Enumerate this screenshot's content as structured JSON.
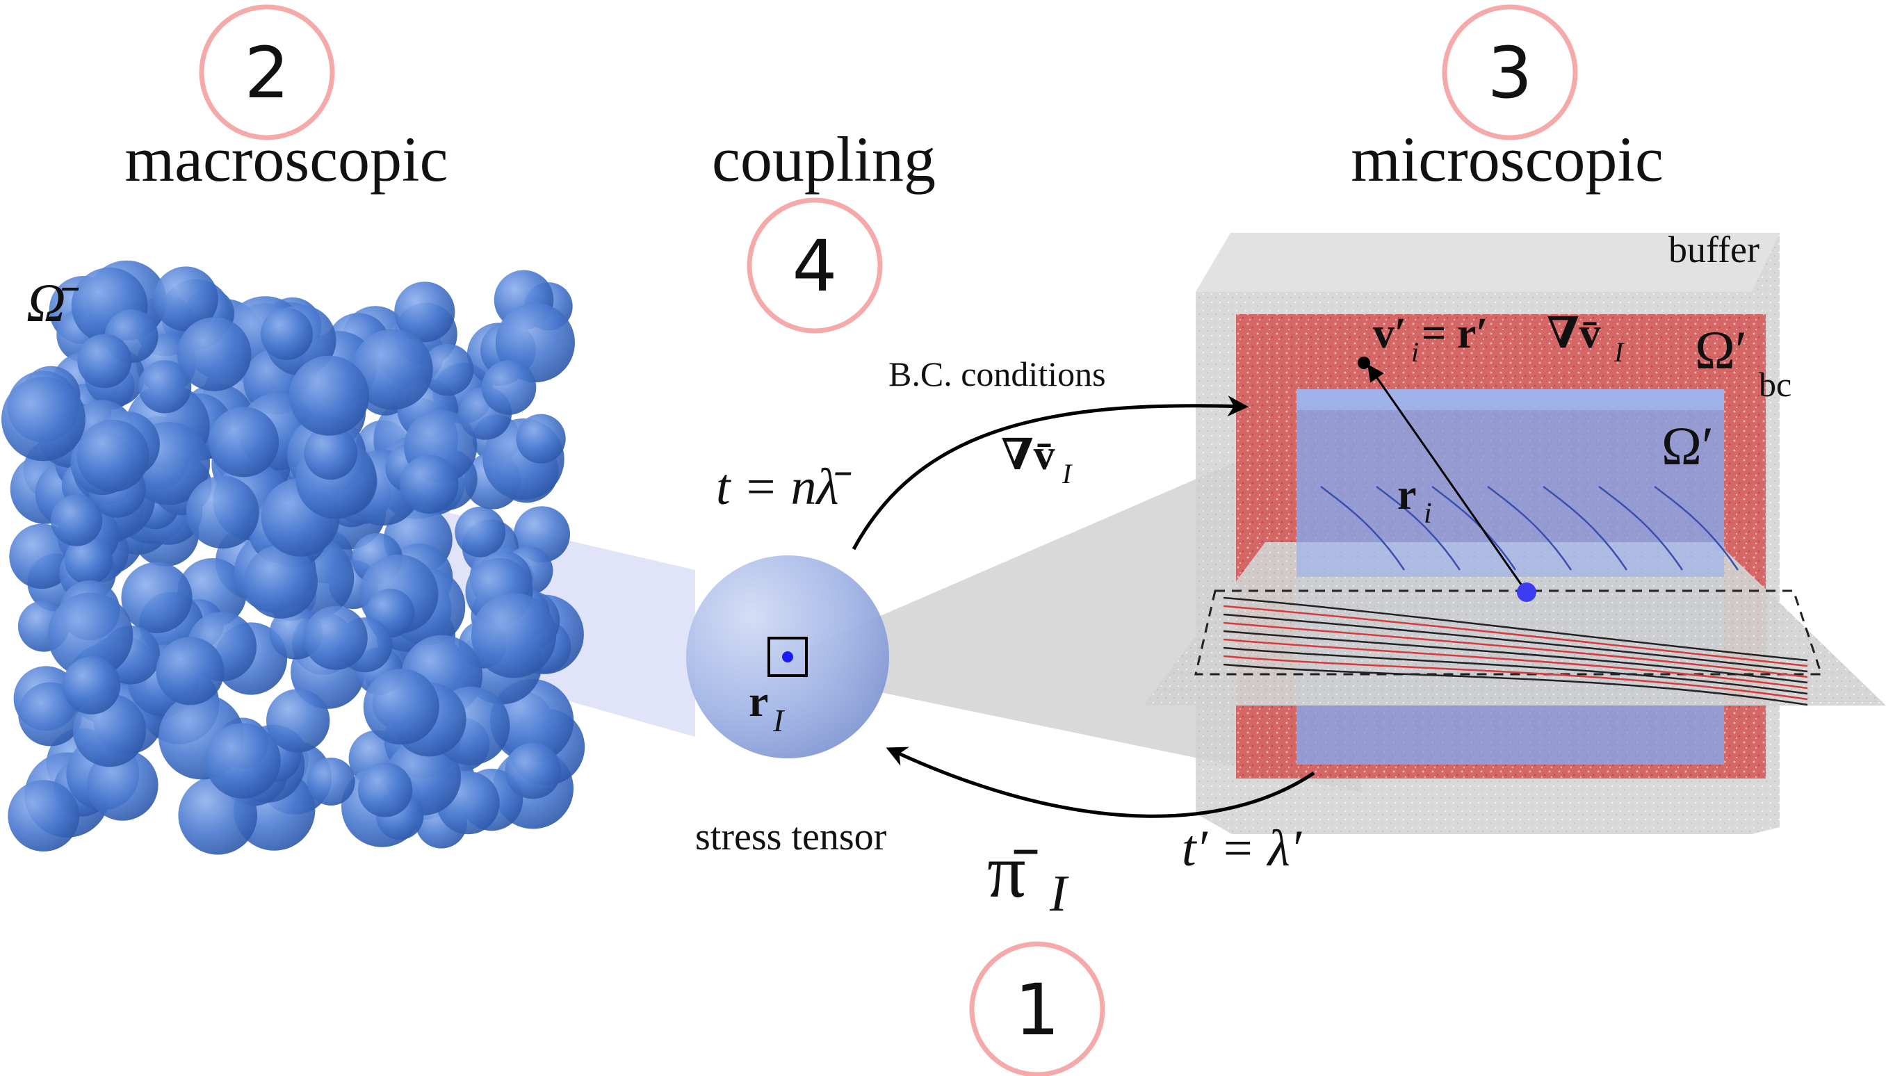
{
  "headers": {
    "macro": "macroscopic",
    "coupling": "coupling",
    "micro": "microscopic"
  },
  "steps": {
    "macro": "2",
    "coupling": "4",
    "micro": "3",
    "bottom": "1"
  },
  "macro_domain": {
    "label": "Ω̄"
  },
  "sphere": {
    "position_label_base": "r",
    "position_label_sub": "I"
  },
  "coupling_labels": {
    "bc_conditions": "B.C. conditions",
    "time_macro": "t = nλ̄",
    "velocity_gradient": "∇v̄",
    "velocity_gradient_sub": "I",
    "stress_tensor": "stress tensor",
    "stress_symbol": "π̄",
    "stress_sub": "I",
    "time_micro": "t′ = λ′"
  },
  "micro_box": {
    "buffer_label": "buffer",
    "omega_bc": "Ω′",
    "omega_bc_sub": "bc",
    "omega_prime": "Ω′",
    "velocity_eq_v": "v′",
    "velocity_eq_sub_i": "i",
    "velocity_eq_rest": " = r′",
    "velocity_eq_grad": "∇v̄",
    "velocity_eq_sub_I": "I",
    "position_r": "r",
    "position_sub": "i"
  },
  "colors": {
    "accent_step": "#f5a9a9",
    "blue_particles": "#3d6fc4",
    "red_bc": "#d64c4c",
    "gray_buffer": "#c4c4c4"
  }
}
